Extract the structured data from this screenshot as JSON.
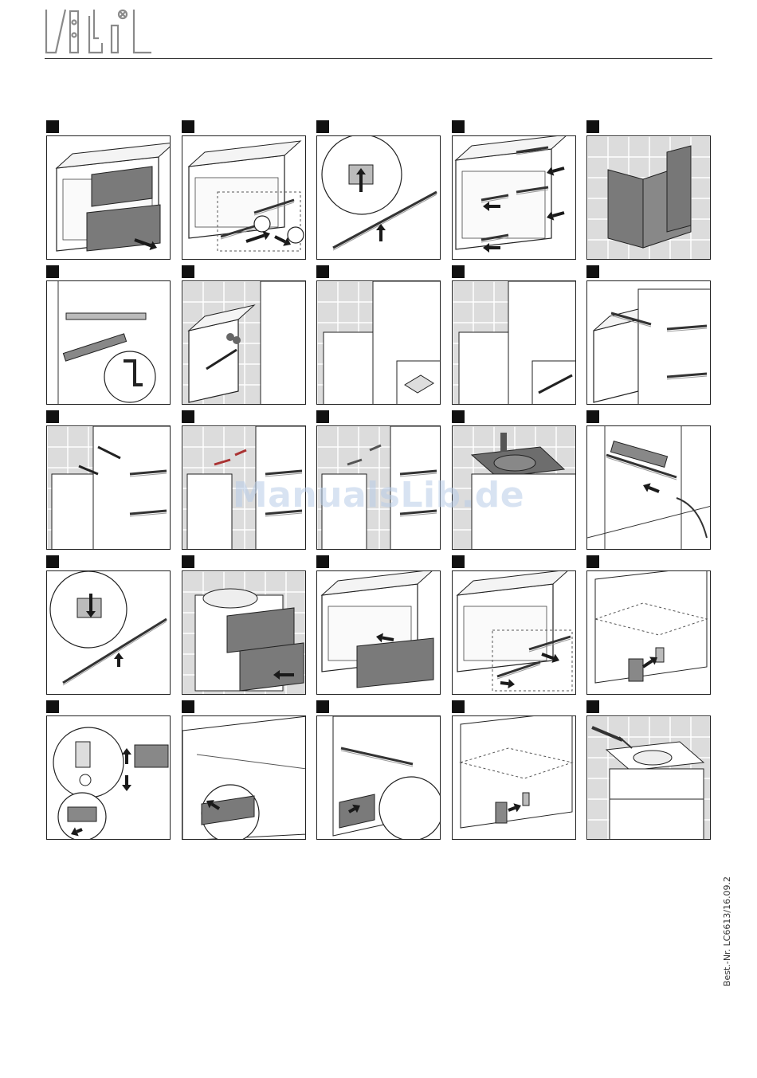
{
  "document": {
    "watermark": "ManualsLib.de",
    "order_number": "Best.-Nr. LC6613/16.09.2"
  },
  "colors": {
    "step_marker": "#111111",
    "panel_grey": "#7a7a7a",
    "arrow": "#1a1a1a",
    "tile": "#dcdcdc"
  },
  "logo": {
    "icon": "brand-logo"
  },
  "steps": [
    {
      "icon": "remove-drawers"
    },
    {
      "icon": "drawer-slide-release"
    },
    {
      "icon": "slide-lever-detail"
    },
    {
      "icon": "remove-slides"
    },
    {
      "icon": "cabinet-on-tiles"
    },
    {
      "icon": "level-and-wrench"
    },
    {
      "icon": "mark-drill-holes"
    },
    {
      "icon": "insert-dowel"
    },
    {
      "icon": "insert-screw"
    },
    {
      "icon": "hang-cabinet"
    },
    {
      "icon": "wall-brackets"
    },
    {
      "icon": "wall-anchors"
    },
    {
      "icon": "bolt-fixing"
    },
    {
      "icon": "place-washbasin"
    },
    {
      "icon": "push-slide"
    },
    {
      "icon": "slide-lever-lock"
    },
    {
      "icon": "insert-drawers"
    },
    {
      "icon": "drawer-engage"
    },
    {
      "icon": "drawer-rails"
    },
    {
      "icon": "adjust-bracket"
    },
    {
      "icon": "adjust-front"
    },
    {
      "icon": "front-clip"
    },
    {
      "icon": "rail-detail"
    },
    {
      "icon": "cover-cap"
    },
    {
      "icon": "silicone-seal"
    }
  ]
}
